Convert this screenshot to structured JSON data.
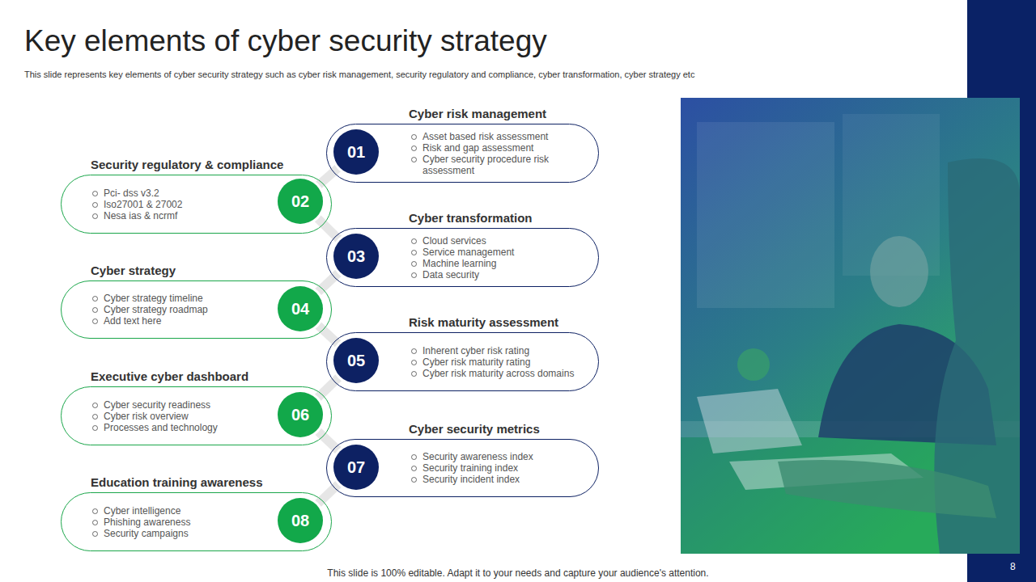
{
  "diagram": {
    "title": "Key elements of cyber security strategy",
    "nodes": [
      {
        "text": [
          "01"
        ]
      },
      {
        "text": [
          "Cyber risk management",
          "Asset based risk assessment",
          "Risk and gap assessment",
          "Cyber security procedure risk assessment"
        ]
      },
      {
        "text": [
          "02"
        ]
      },
      {
        "text": [
          "Security regulatory & compliance",
          "Pci- dss v3.2",
          "Iso27001 & 27002",
          "Nesa ias & ncrmf"
        ]
      },
      {
        "text": [
          "03"
        ]
      },
      {
        "text": [
          "Cyber transformation",
          "Cloud services",
          "Service management",
          "Machine learning",
          "Data security"
        ]
      },
      {
        "text": [
          "04"
        ]
      },
      {
        "text": [
          "Cyber strategy",
          "Cyber strategy timeline",
          "Cyber strategy roadmap",
          "Add text here"
        ]
      },
      {
        "text": [
          "05"
        ]
      },
      {
        "text": [
          "Risk maturity assessment",
          "Inherent cyber risk rating",
          "Cyber risk maturity rating",
          "Cyber risk maturity across domains"
        ]
      },
      {
        "text": [
          "06"
        ]
      },
      {
        "text": [
          "Executive cyber dashboard",
          "Cyber security readiness",
          "Cyber risk overview",
          "Processes and technology"
        ]
      },
      {
        "text": [
          "07"
        ]
      },
      {
        "text": [
          "Cyber security metrics",
          "Security awareness index",
          "Security training index",
          "Security incident index"
        ]
      },
      {
        "text": [
          "08"
        ]
      },
      {
        "text": [
          "Education training awareness",
          "Cyber intelligence",
          "Phishing awareness",
          "Security campaigns"
        ]
      }
    ],
    "edges": [
      {
        "from": 0,
        "to": 2,
        "arrow": "none"
      },
      {
        "from": 2,
        "to": 4,
        "arrow": "none"
      },
      {
        "from": 4,
        "to": 6,
        "arrow": "none"
      },
      {
        "from": 6,
        "to": 8,
        "arrow": "none"
      },
      {
        "from": 8,
        "to": 10,
        "arrow": "none"
      },
      {
        "from": 10,
        "to": 12,
        "arrow": "none"
      },
      {
        "from": 12,
        "to": 14,
        "arrow": "none"
      }
    ],
    "labels": [
      "This slide represents key elements of cyber security strategy such as cyber risk management, security regulatory and compliance, cyber transformation, cyber strategy etc",
      "This slide is 100% editable. Adapt it to your needs and capture your audience's attention.",
      "8"
    ]
  }
}
